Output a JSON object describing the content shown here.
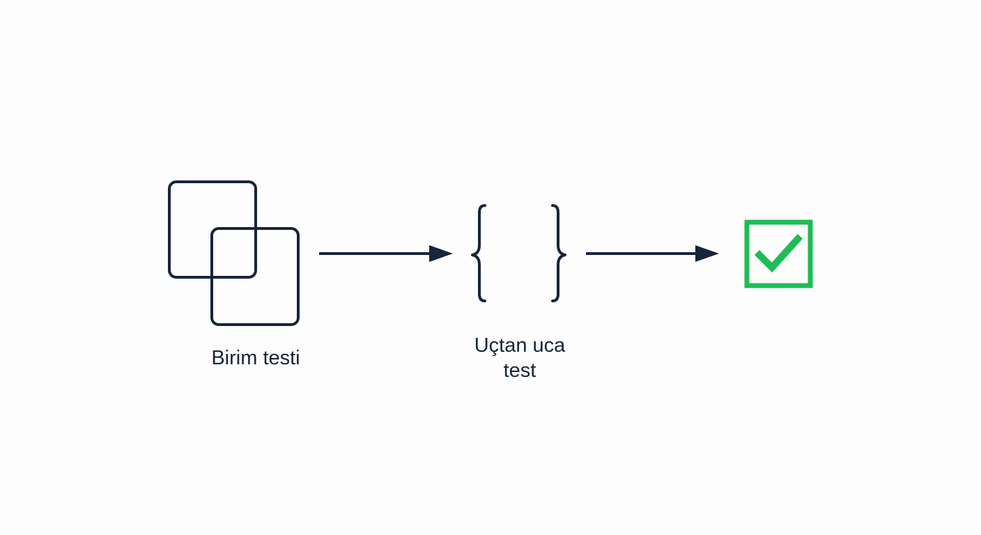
{
  "diagram": {
    "stages": [
      {
        "id": "unit",
        "label": "Birim testi",
        "icon": "overlapping-squares-icon"
      },
      {
        "id": "e2e",
        "label_line1": "Uçtan uca",
        "label_line2": "test",
        "icon": "curly-braces-icon"
      },
      {
        "id": "pass",
        "icon": "checkbox-checked-icon"
      }
    ],
    "colors": {
      "stroke": "#17253a",
      "success": "#1dbd55",
      "background": "#fdfdfd"
    }
  }
}
